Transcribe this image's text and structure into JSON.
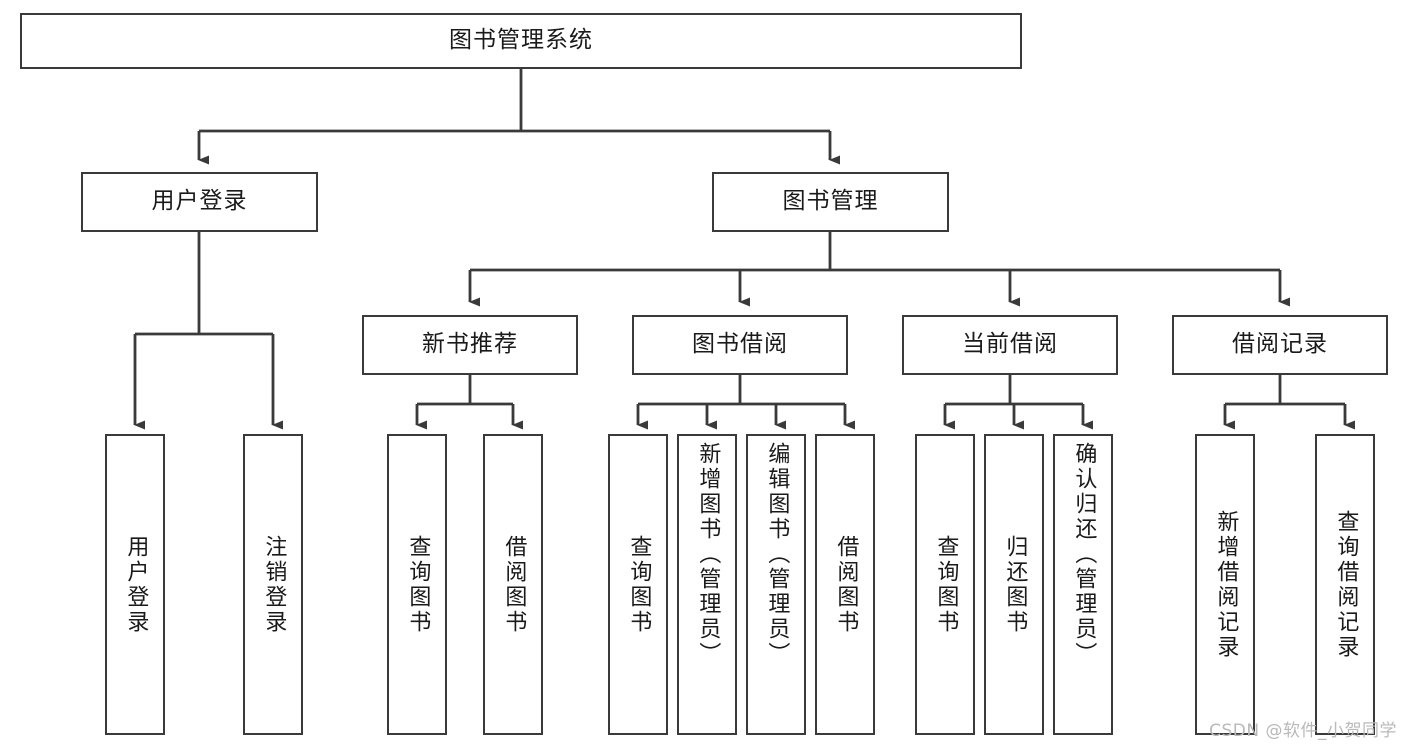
{
  "diagram": {
    "title": "图书管理系统",
    "type": "tree-hierarchy-functional-structure",
    "colors": {
      "stroke": "#3a3a3a",
      "fill": "#ffffff",
      "text": "#1a1a1a",
      "watermark": "#b9b9b9"
    },
    "root": {
      "label": "图书管理系统"
    },
    "level2": [
      {
        "label": "用户登录"
      },
      {
        "label": "图书管理"
      }
    ],
    "level3": [
      {
        "label": "新书推荐"
      },
      {
        "label": "图书借阅"
      },
      {
        "label": "当前借阅"
      },
      {
        "label": "借阅记录"
      }
    ],
    "leaves": [
      {
        "label": "用户登录",
        "parent": "用户登录"
      },
      {
        "label": "注销登录",
        "parent": "用户登录"
      },
      {
        "label": "查询图书",
        "parent": "新书推荐"
      },
      {
        "label": "借阅图书",
        "parent": "新书推荐"
      },
      {
        "label": "查询图书",
        "parent": "图书借阅"
      },
      {
        "label": "新增图书（管理员）",
        "parent": "图书借阅"
      },
      {
        "label": "编辑图书（管理员）",
        "parent": "图书借阅"
      },
      {
        "label": "借阅图书",
        "parent": "图书借阅"
      },
      {
        "label": "查询图书",
        "parent": "当前借阅"
      },
      {
        "label": "归还图书",
        "parent": "当前借阅"
      },
      {
        "label": "确认归还（管理员）",
        "parent": "当前借阅"
      },
      {
        "label": "新增借阅记录",
        "parent": "借阅记录"
      },
      {
        "label": "查询借阅记录",
        "parent": "借阅记录"
      }
    ]
  },
  "watermark": "CSDN @软件_小贺同学"
}
